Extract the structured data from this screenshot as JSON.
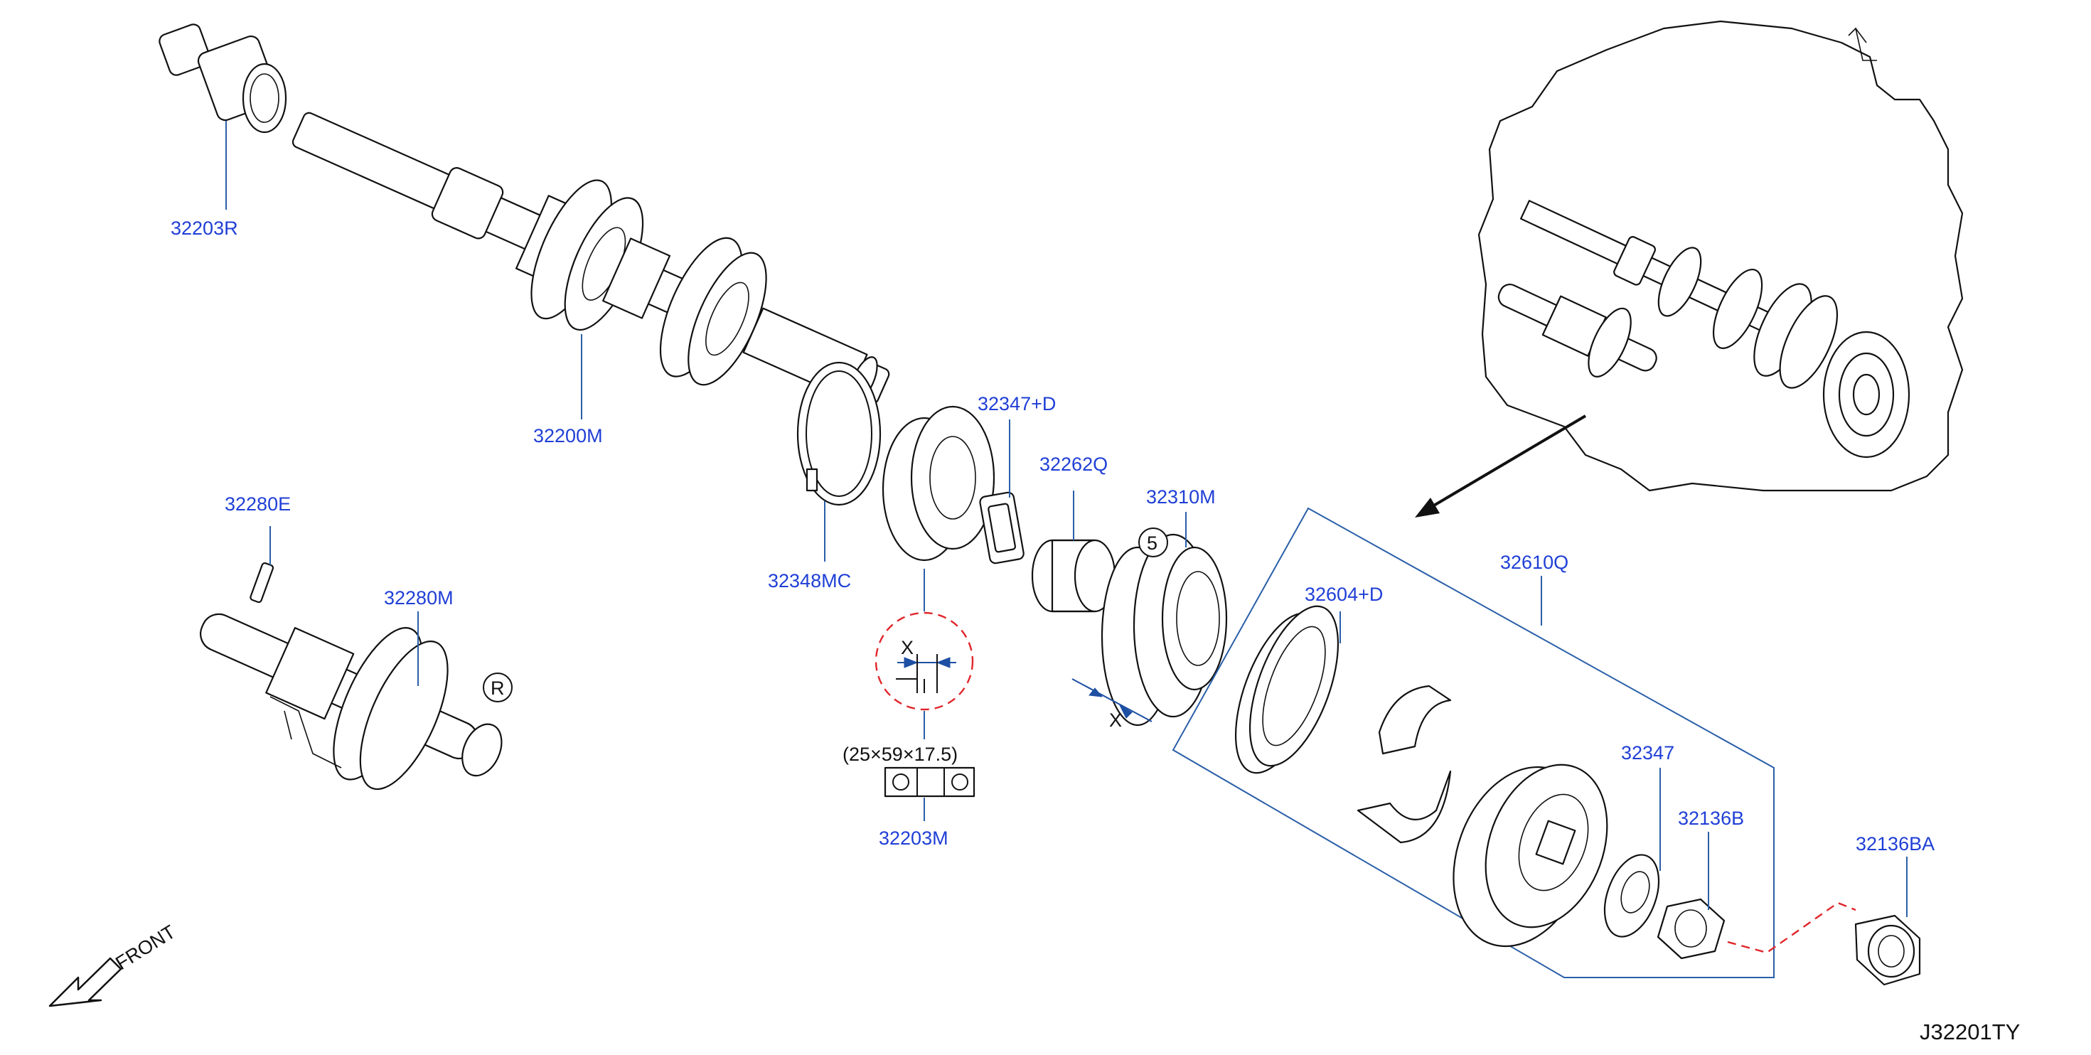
{
  "labels": {
    "p32203R": "32203R",
    "p32200M": "32200M",
    "p32280E": "32280E",
    "p32280M": "32280M",
    "p32348MC": "32348MC",
    "p32347D": "32347+D",
    "p32262Q": "32262Q",
    "p32310M": "32310M",
    "p32203M": "32203M",
    "p32610Q": "32610Q",
    "p32604D": "32604+D",
    "p32347": "32347",
    "p32136B": "32136B",
    "p32136BA": "32136BA"
  },
  "bearing_spec": "(25×59×17.5)",
  "dimension_x_1": "X",
  "dimension_x_2": "X",
  "circle_5": "5",
  "circle_r": "R",
  "front_label": "FRONT",
  "diagram_code": "J32201TY",
  "colors": {
    "label_blue": "#1f3fd6",
    "leader_blue": "#2a5fa8",
    "dash_red": "#e0262b"
  }
}
